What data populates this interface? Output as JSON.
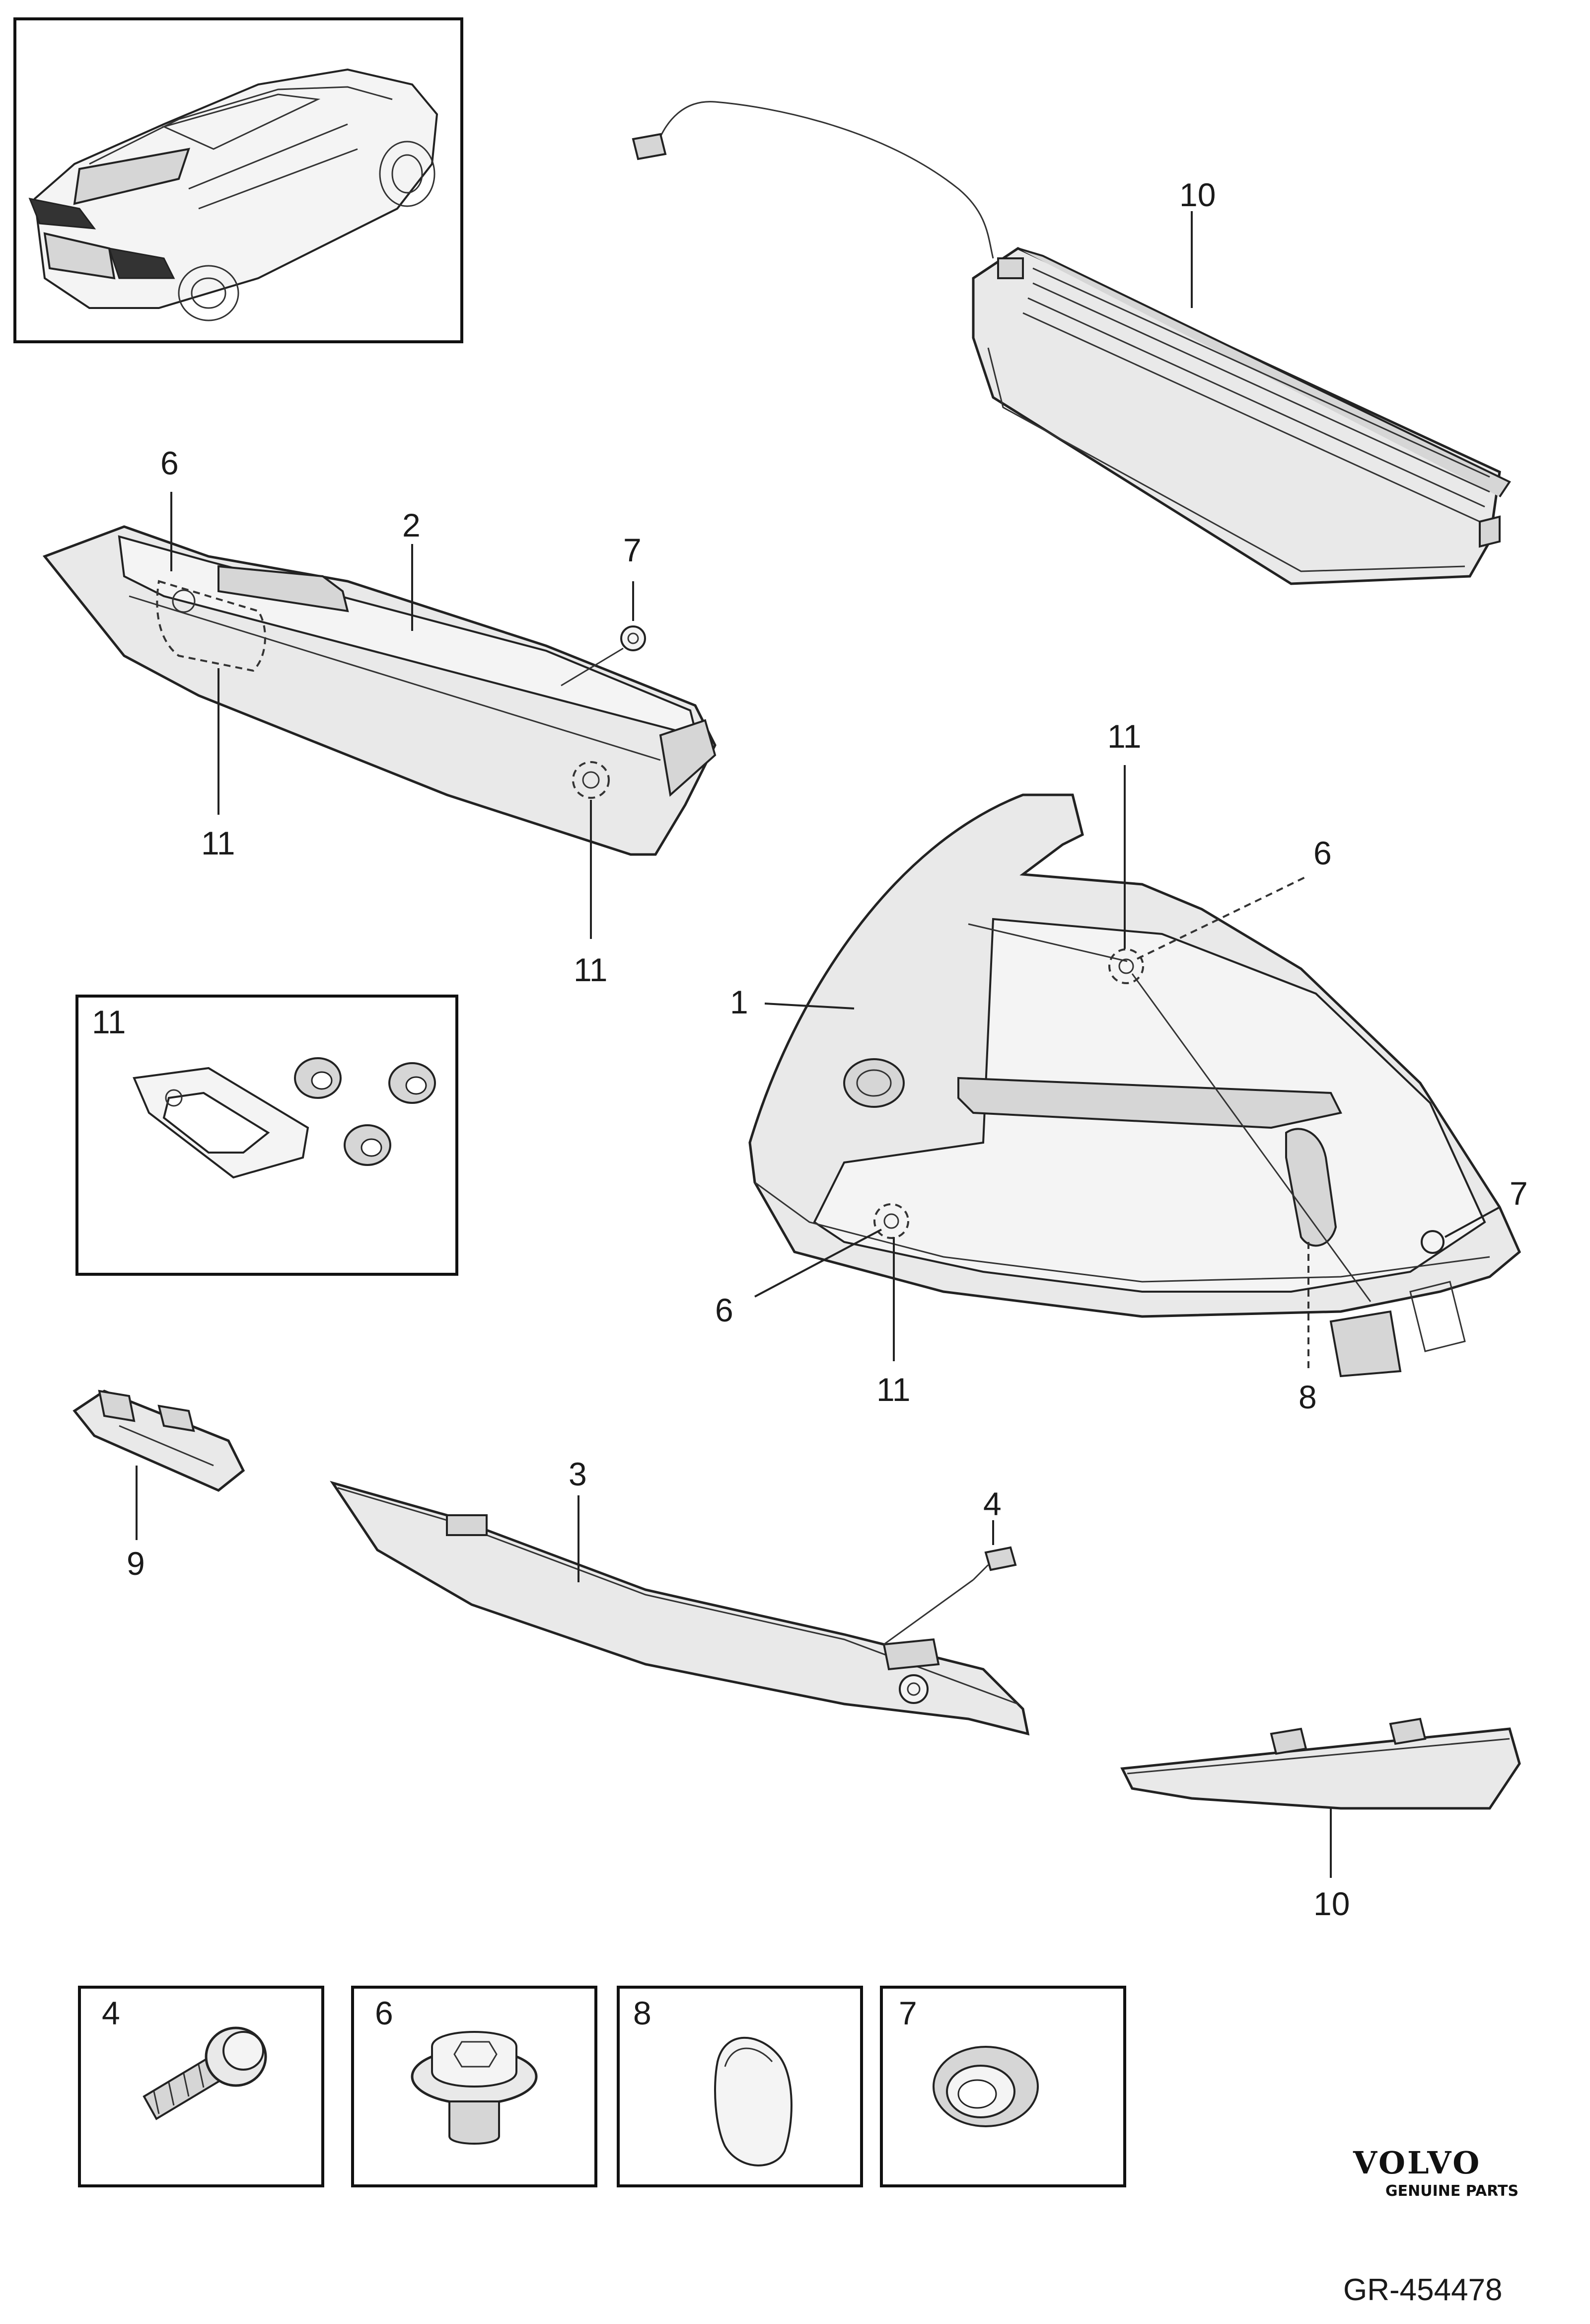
{
  "callouts": {
    "c10_top": "10",
    "c6_left": "6",
    "c2": "2",
    "c7_top": "7",
    "c11_left_a": "11",
    "c11_left_b": "11",
    "c11_right_top": "11",
    "c6_right_top": "6",
    "c1": "1",
    "c7_right": "7",
    "c6_right_bottom": "6",
    "c11_right_bottom": "11",
    "c8": "8",
    "c9": "9",
    "c3": "3",
    "c4": "4",
    "c10_bottom": "10"
  },
  "detail_boxes": {
    "seals_label": "11",
    "screw_label": "4",
    "bolt_label": "6",
    "pad_label": "8",
    "grommet_label": "7"
  },
  "footer": {
    "brand": "VOLVO",
    "brand_sub": "GENUINE PARTS",
    "reference": "GR-454478"
  }
}
